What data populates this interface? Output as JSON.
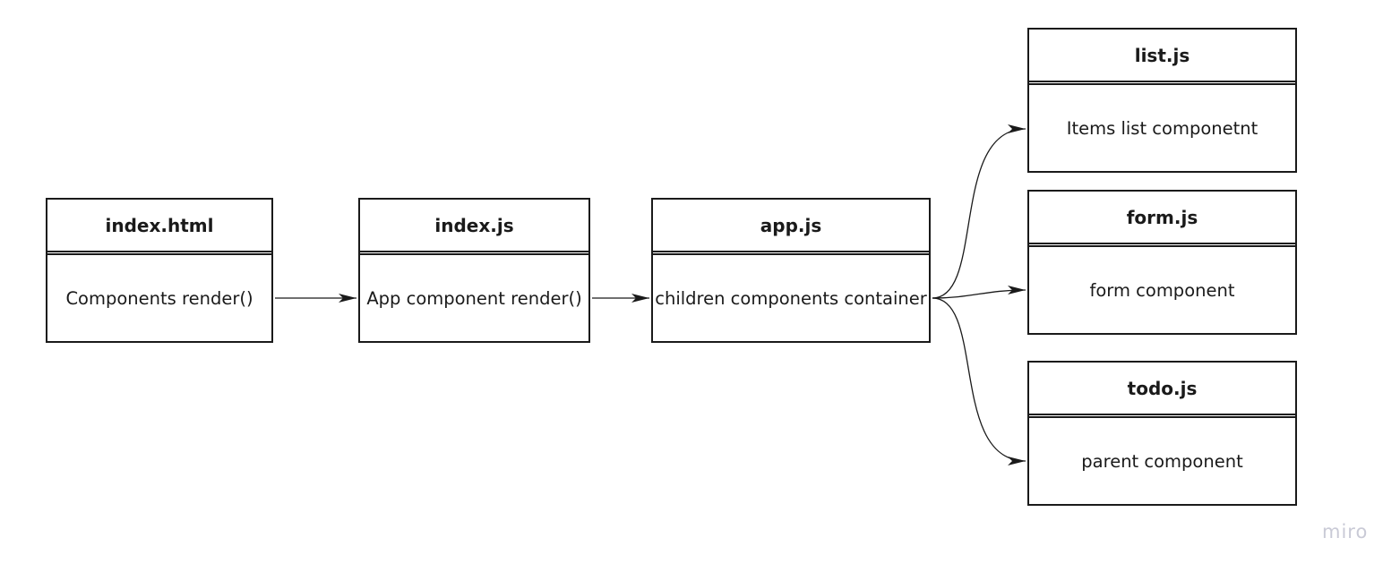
{
  "nodes": [
    {
      "id": "index-html",
      "title": "index.html",
      "body": "Components render()"
    },
    {
      "id": "index-js",
      "title": "index.js",
      "body": "App component render()"
    },
    {
      "id": "app-js",
      "title": "app.js",
      "body": "children components container"
    },
    {
      "id": "list-js",
      "title": "list.js",
      "body": "Items list componetnt"
    },
    {
      "id": "form-js",
      "title": "form.js",
      "body": "form component"
    },
    {
      "id": "todo-js",
      "title": "todo.js",
      "body": "parent component"
    }
  ],
  "edges": [
    {
      "from": "index-html",
      "to": "index-js"
    },
    {
      "from": "index-js",
      "to": "app-js"
    },
    {
      "from": "app-js",
      "to": "list-js"
    },
    {
      "from": "app-js",
      "to": "form-js"
    },
    {
      "from": "app-js",
      "to": "todo-js"
    }
  ],
  "watermark": {
    "text": "miro",
    "color": "#c9cad6"
  },
  "colors": {
    "stroke": "#1a1a1a",
    "background": "#ffffff"
  }
}
